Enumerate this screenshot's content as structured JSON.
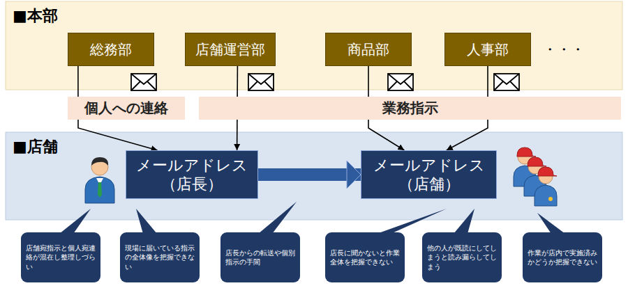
{
  "diagram": {
    "nodes": [
      {
        "text": [
          "■本部"
        ]
      },
      {
        "text": [
          "総務部"
        ],
        "in": 0
      },
      {
        "text": [
          "店舗運営部"
        ],
        "in": 0
      },
      {
        "text": [
          "商品部"
        ],
        "in": 0
      },
      {
        "text": [
          "人事部"
        ],
        "in": 0
      },
      {
        "text": [
          "個人への連絡"
        ]
      },
      {
        "text": [
          "業務指示"
        ]
      },
      {
        "text": [
          "■店舗"
        ]
      },
      {
        "text": [
          "メールアドレス （店長）"
        ],
        "in": 7
      },
      {
        "text": [
          "メールアドレス （店舗）"
        ],
        "in": 7
      },
      {
        "text": [
          "店舗宛指示と個人宛連絡が混在し整理しづらい"
        ]
      },
      {
        "text": [
          "現場に届いている指示の全体像を把握できない"
        ]
      },
      {
        "text": [
          "店長からの転送や個別指示の手間"
        ]
      },
      {
        "text": [
          "店長に聞かないと作業全体を把握できない"
        ]
      },
      {
        "text": [
          "他の人が既読にしてしまうと読み漏らしてしまう"
        ]
      },
      {
        "text": [
          "作業が店内で実施済みかどうか把握できない"
        ]
      }
    ],
    "edges": [
      {
        "from": 1,
        "to": 8,
        "arrow": "to"
      },
      {
        "from": 2,
        "to": 8,
        "arrow": "to"
      },
      {
        "from": 3,
        "to": 9,
        "arrow": "to"
      },
      {
        "from": 4,
        "to": 9,
        "arrow": "to"
      },
      {
        "from": 8,
        "to": 9,
        "arrow": "to"
      }
    ],
    "labels": [
      "・・・"
    ]
  }
}
